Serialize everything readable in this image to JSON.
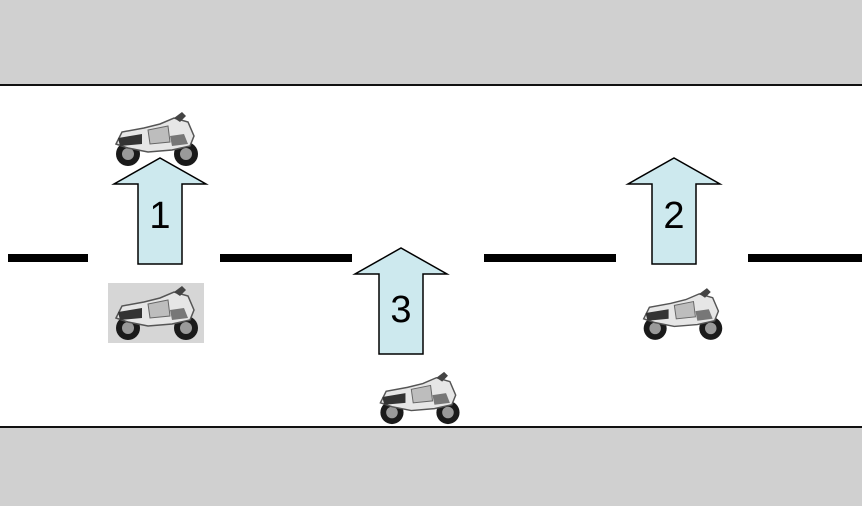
{
  "arrows": [
    {
      "number": "1"
    },
    {
      "number": "2"
    },
    {
      "number": "3"
    }
  ],
  "colors": {
    "sidewalk": "#d0d0d0",
    "arrow_fill": "#cde9ee",
    "lane_marking": "#000000",
    "road": "#ffffff"
  },
  "icons": {
    "motorcycle": "motorcycle-icon",
    "arrow": "arrow-up-icon"
  }
}
